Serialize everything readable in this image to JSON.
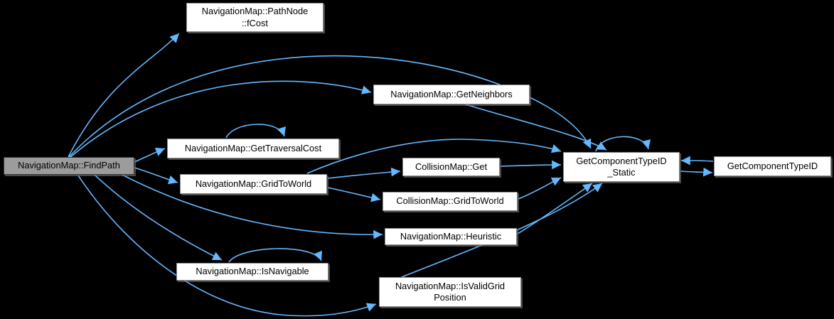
{
  "diagram": {
    "type": "doxygen-call-graph",
    "nodes": {
      "findpath": {
        "label": "NavigationMap::FindPath",
        "role": "current-function"
      },
      "fcost": {
        "label": "NavigationMap::PathNode\n::fCost"
      },
      "getneighbors": {
        "label": "NavigationMap::GetNeighbors"
      },
      "gettraversalcost": {
        "label": "NavigationMap::GetTraversalCost"
      },
      "gridtoworld": {
        "label": "NavigationMap::GridToWorld"
      },
      "collisionget": {
        "label": "CollisionMap::Get"
      },
      "collisiongridtoworld": {
        "label": "CollisionMap::GridToWorld"
      },
      "heuristic": {
        "label": "NavigationMap::Heuristic"
      },
      "isnavigable": {
        "label": "NavigationMap::IsNavigable"
      },
      "isvalidgridposition": {
        "label": "NavigationMap::IsValidGrid\nPosition"
      },
      "static": {
        "label": "GetComponentTypeID\n_Static"
      },
      "getcomponenttypeid": {
        "label": "GetComponentTypeID"
      }
    },
    "edges": [
      {
        "from": "NavigationMap::FindPath",
        "to": "NavigationMap::PathNode::fCost"
      },
      {
        "from": "NavigationMap::FindPath",
        "to": "NavigationMap::GetNeighbors"
      },
      {
        "from": "NavigationMap::FindPath",
        "to": "GetComponentTypeID_Static"
      },
      {
        "from": "NavigationMap::FindPath",
        "to": "NavigationMap::GetTraversalCost"
      },
      {
        "from": "NavigationMap::FindPath",
        "to": "NavigationMap::GridToWorld"
      },
      {
        "from": "NavigationMap::FindPath",
        "to": "NavigationMap::Heuristic"
      },
      {
        "from": "NavigationMap::FindPath",
        "to": "NavigationMap::IsNavigable"
      },
      {
        "from": "NavigationMap::FindPath",
        "to": "NavigationMap::IsValidGridPosition"
      },
      {
        "from": "NavigationMap::GetNeighbors",
        "to": "GetComponentTypeID_Static"
      },
      {
        "from": "NavigationMap::GetTraversalCost",
        "to": "NavigationMap::GetTraversalCost"
      },
      {
        "from": "NavigationMap::GridToWorld",
        "to": "CollisionMap::Get"
      },
      {
        "from": "NavigationMap::GridToWorld",
        "to": "CollisionMap::GridToWorld"
      },
      {
        "from": "NavigationMap::GridToWorld",
        "to": "GetComponentTypeID_Static"
      },
      {
        "from": "CollisionMap::Get",
        "to": "GetComponentTypeID_Static"
      },
      {
        "from": "CollisionMap::GridToWorld",
        "to": "GetComponentTypeID_Static"
      },
      {
        "from": "NavigationMap::Heuristic",
        "to": "GetComponentTypeID_Static"
      },
      {
        "from": "NavigationMap::IsValidGridPosition",
        "to": "GetComponentTypeID_Static"
      },
      {
        "from": "NavigationMap::IsNavigable",
        "to": "NavigationMap::IsNavigable"
      },
      {
        "from": "GetComponentTypeID_Static",
        "to": "GetComponentTypeID_Static"
      },
      {
        "from": "GetComponentTypeID_Static",
        "to": "GetComponentTypeID"
      },
      {
        "from": "GetComponentTypeID",
        "to": "GetComponentTypeID_Static"
      }
    ],
    "colors": {
      "background": "#000000",
      "edge": "#63b8ff",
      "node_fill": "#ffffff",
      "node_border": "#8a8a8a",
      "node_text": "#000000",
      "current_node_fill": "#9c9c9c",
      "current_node_border": "#3a3a3a"
    }
  }
}
